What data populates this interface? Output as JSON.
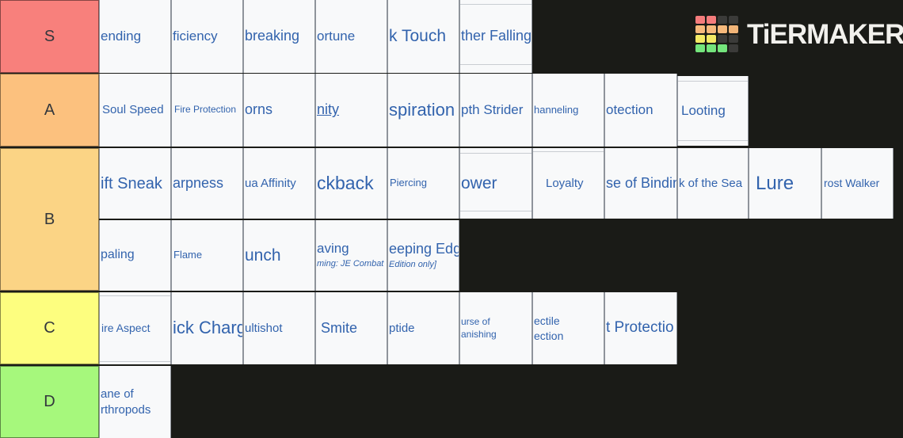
{
  "background": "#1a1b17",
  "card_style": {
    "bg": "#f8f9fa",
    "border": "#8f949b",
    "link_color": "#3263ad"
  },
  "logo": {
    "text": "TiERMAKER",
    "grid": [
      "#f47c7c",
      "#f47c7c",
      "#3b3b39",
      "#3b3b39",
      "#f6b97c",
      "#f6b97c",
      "#f6b97c",
      "#f1b478",
      "#f3e964",
      "#f3e964",
      "#3b3b39",
      "#3b3b39",
      "#74e57c",
      "#74e57c",
      "#74e57c",
      "#3b3b39"
    ]
  },
  "tiers": [
    {
      "label": "S",
      "color": "#f8807c",
      "cards": [
        {
          "col": 0,
          "name": "mending",
          "label": "ending",
          "fs": 17
        },
        {
          "col": 1,
          "name": "efficiency",
          "label": "ficiency",
          "fs": 17
        },
        {
          "col": 2,
          "name": "unbreaking",
          "label": "breaking",
          "fs": 18
        },
        {
          "col": 3,
          "name": "fortune",
          "label": "ortune",
          "fs": 17
        },
        {
          "col": 4,
          "name": "silk-touch",
          "label": "k Touch",
          "fs": 21
        },
        {
          "col": 5,
          "name": "feather-falling",
          "label": "ther Falling",
          "fs": 18,
          "lines": [
            5,
            81
          ]
        }
      ]
    },
    {
      "label": "A",
      "color": "#fcc17e",
      "cards": [
        {
          "col": 0,
          "name": "soul-speed",
          "label": "Soul Speed",
          "fs": 15,
          "pad": 3
        },
        {
          "col": 1,
          "name": "fire-protection",
          "label": "Fire Protection",
          "fs": 12,
          "pad": 3
        },
        {
          "col": 2,
          "name": "thorns",
          "label": "orns",
          "fs": 18
        },
        {
          "col": 3,
          "name": "infinity",
          "label": "nity",
          "fs": 18,
          "u": true
        },
        {
          "col": 4,
          "name": "respiration",
          "label": "spiration",
          "fs": 22
        },
        {
          "col": 5,
          "name": "depth-strider",
          "label": "pth Strider",
          "fs": 17
        },
        {
          "col": 6,
          "name": "channeling",
          "label": "hanneling",
          "fs": 13
        },
        {
          "col": 7,
          "name": "protection",
          "label": "otection",
          "fs": 17
        },
        {
          "col": 8,
          "name": "looting",
          "label": "Looting",
          "fs": 17,
          "pad": 4,
          "mt": 3,
          "h": 88,
          "lines": [
            6,
            81
          ]
        }
      ]
    },
    {
      "label": "B",
      "color": "#fbd485",
      "cards": [
        {
          "col": 0,
          "row": 0,
          "name": "swift-sneak",
          "label": "ift Sneak",
          "fs": 20
        },
        {
          "col": 1,
          "row": 0,
          "name": "sharpness",
          "label": "arpness",
          "fs": 18
        },
        {
          "col": 2,
          "row": 0,
          "name": "aqua-affinity",
          "label": "ua Affinity",
          "fs": 15
        },
        {
          "col": 3,
          "row": 0,
          "name": "knockback",
          "label": "ckback",
          "fs": 23
        },
        {
          "col": 4,
          "row": 0,
          "name": "piercing",
          "label": "Piercing",
          "fs": 13,
          "pad": 2
        },
        {
          "col": 5,
          "row": 0,
          "name": "power",
          "label": "ower",
          "fs": 21,
          "lines": [
            6,
            79
          ]
        },
        {
          "col": 6,
          "row": 0,
          "name": "loyalty",
          "label": "Loyalty",
          "fs": 15,
          "pad": 16,
          "lines": [
            4
          ]
        },
        {
          "col": 7,
          "row": 0,
          "name": "curse-of-binding",
          "label": "se of Bindin",
          "fs": 18
        },
        {
          "col": 8,
          "row": 0,
          "name": "luck-of-the-sea",
          "label": "k of the Sea",
          "fs": 15
        },
        {
          "col": 9,
          "row": 0,
          "name": "lure",
          "label": "Lure",
          "fs": 24,
          "pad": 8
        },
        {
          "col": 10,
          "row": 0,
          "name": "frost-walker",
          "label": "rost Walker",
          "fs": 14,
          "pad": 2
        },
        {
          "col": 0,
          "row": 1,
          "name": "impaling",
          "label": "paling",
          "fs": 16
        },
        {
          "col": 1,
          "row": 1,
          "name": "flame",
          "label": "Flame",
          "fs": 13,
          "pad": 2
        },
        {
          "col": 2,
          "row": 1,
          "name": "punch",
          "label": "unch",
          "fs": 21
        },
        {
          "col": 3,
          "row": 1,
          "name": "cleaving",
          "label": "aving",
          "fs": 17,
          "sub": "ming: JE Combat",
          "subfs": 11
        },
        {
          "col": 4,
          "row": 1,
          "name": "sweeping-edge",
          "label": "eeping Edge",
          "fs": 18,
          "sub": "Edition only]",
          "subfs": 11
        }
      ]
    },
    {
      "label": "C",
      "color": "#fdfe7f",
      "cards": [
        {
          "col": 0,
          "name": "fire-aspect",
          "label": "ire Aspect",
          "fs": 14,
          "pad": 2,
          "lines": [
            4,
            87
          ]
        },
        {
          "col": 1,
          "name": "quick-charge",
          "label": "ick Charg",
          "fs": 22
        },
        {
          "col": 2,
          "name": "multishot",
          "label": "ultishot",
          "fs": 15
        },
        {
          "col": 3,
          "name": "smite",
          "label": "Smite",
          "fs": 18,
          "pad": 6
        },
        {
          "col": 4,
          "name": "riptide",
          "label": "ptide",
          "fs": 15
        },
        {
          "col": 5,
          "name": "curse-of-vanishing",
          "label": "urse of",
          "label2": "anishing",
          "fs": 12
        },
        {
          "col": 6,
          "name": "projectile-protection",
          "label": "ectile",
          "label2": "ection",
          "fs": 14
        },
        {
          "col": 7,
          "name": "blast-protection",
          "label": "t Protectio",
          "fs": 19
        }
      ]
    },
    {
      "label": "D",
      "color": "#a6f87c",
      "cards": [
        {
          "col": 0,
          "name": "bane-of-arthropods",
          "label": "ane of",
          "label2": "rthropods",
          "fs": 15
        }
      ]
    }
  ]
}
